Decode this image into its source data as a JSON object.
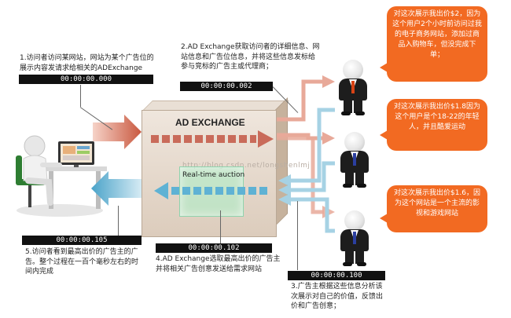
{
  "box": {
    "title": "AD EXCHANGE",
    "auction_label": "Real-time auction",
    "watermark": "http://blog.csdn.net/longshenlmj"
  },
  "steps": [
    {
      "text": "1.访问者访问某网站，网站为某个广告位的展示内容发请求给相关的ADExchange",
      "time": "00:00:00.000"
    },
    {
      "text": "2.AD Exchange获取访问者的详细信息、网站信息和广告位信息，并将这些信息发标给参与竞标的广告主或代理商；",
      "time": "00:00:00.002"
    },
    {
      "text": "3.广告主根据这些信息分析该次展示对自己的价值，反馈出价和广告创意；",
      "time": "00:00:00.100"
    },
    {
      "text": "4.AD Exchange选取最高出价的广告主并将相关广告创意发送给需求网站",
      "time": "00:00:00.102"
    },
    {
      "text": "5.访问者看到最高出价的广告主的广告。整个过程在一百个毫秒左右的时间内完成",
      "time": "00:00:00.105"
    }
  ],
  "bids": [
    {
      "text": "对这次展示我出价$2，因为这个用户2个小时前访问过我的电子商务网站，添加过商品入购物车，但没完成下单；"
    },
    {
      "text": "对这次展示我出价$1.8因为这个用户是个18-22的年轻人，并且酷爱运动"
    },
    {
      "text": "对这次展示我出价$1.6，因为这个网站是一个主流的影视和游戏网站"
    }
  ],
  "colors": {
    "bubble": "#f26a22",
    "arrow_red": "#e59a86",
    "arrow_blue": "#8fc3da",
    "timestamp_bg": "#111111"
  },
  "icons": [
    "visitor-at-computer-icon",
    "advertiser-person-icon"
  ]
}
